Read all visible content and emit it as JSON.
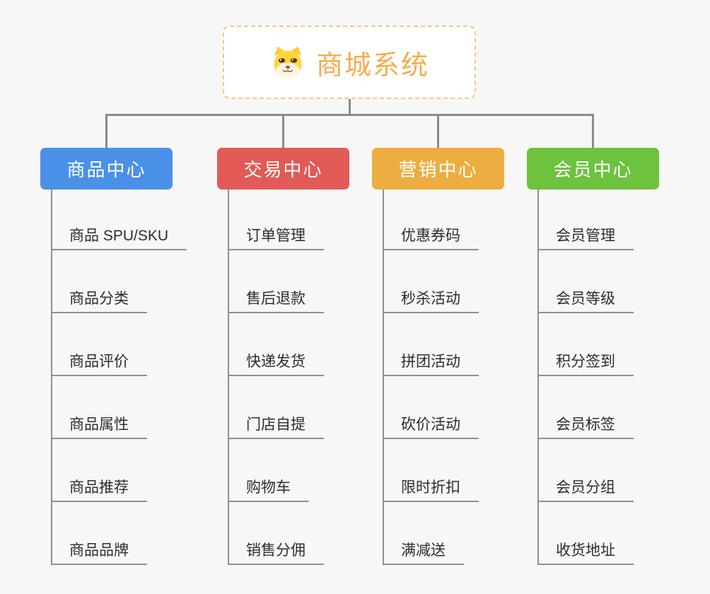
{
  "page": {
    "title": "商城系统"
  },
  "root": {
    "label": "商城系统",
    "icon": "dog-face-icon"
  },
  "branches": [
    {
      "label": "商品中心",
      "color": "#4b90e8",
      "items": [
        "商品 SPU/SKU",
        "商品分类",
        "商品评价",
        "商品属性",
        "商品推荐",
        "商品品牌"
      ]
    },
    {
      "label": "交易中心",
      "color": "#e25a55",
      "items": [
        "订单管理",
        "售后退款",
        "快递发货",
        "门店自提",
        "购物车",
        "销售分佣"
      ]
    },
    {
      "label": "营销中心",
      "color": "#edad40",
      "items": [
        "优惠券码",
        "秒杀活动",
        "拼团活动",
        "砍价活动",
        "限时折扣",
        "满减送"
      ]
    },
    {
      "label": "会员中心",
      "color": "#6dc23e",
      "items": [
        "会员管理",
        "会员等级",
        "积分签到",
        "会员标签",
        "会员分组",
        "收货地址"
      ]
    }
  ],
  "colors": {
    "background": "#f7f7f7",
    "connector": "#8a8a8a",
    "item_underline": "#8f8f8f",
    "item_text": "#2d2d2d",
    "root_border": "#f7c783",
    "root_text": "#f3ae4e",
    "header_text": "#ffffff"
  }
}
